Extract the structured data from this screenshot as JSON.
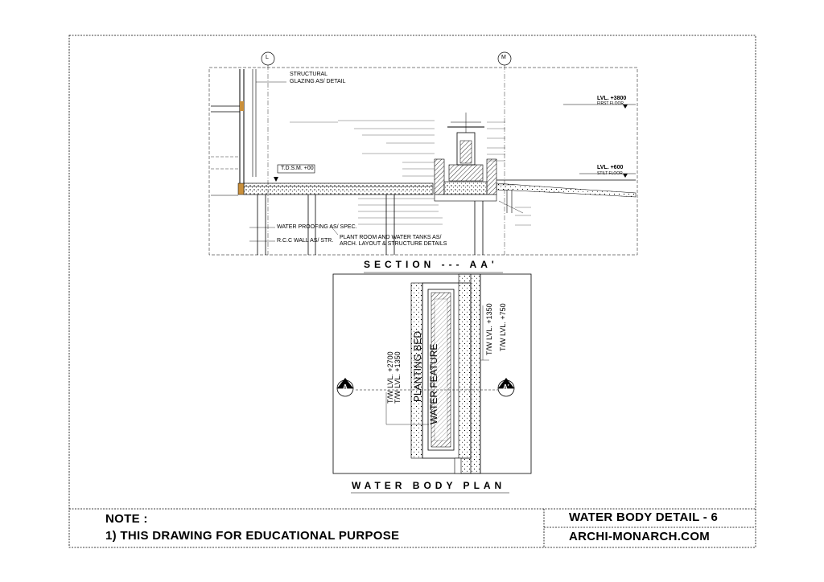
{
  "grid": {
    "left": "L",
    "right": "M"
  },
  "levels": {
    "first_floor": {
      "value": "LVL. +3800",
      "name": "FIRST FLOOR"
    },
    "stilt_floor": {
      "value": "LVL. +600",
      "name": "STILT FLOOR"
    },
    "tdsm": "T.D.S.M. +00"
  },
  "section_notes": {
    "structural_glazing": [
      "STRUCTURAL",
      "GLAZING AS/ DETAIL"
    ],
    "water_proofing": "WATER PROOFING AS/ SPEC.",
    "rcc_wall": "R.C.C WALL AS/ STR.",
    "plant_room": [
      "PLANT ROOM AND WATER TANKS AS/",
      "ARCH. LAYOUT & STRUCTURE DETAILS"
    ]
  },
  "section_title": "SECTION --- AA'",
  "plan": {
    "planting_bed": "PLANTING BED",
    "water_feature": "WATER FEATURE",
    "tw_left": [
      "T/W LVL. +2700",
      "T/W LVL. +1350"
    ],
    "tw_right": [
      "T/W LVL. +1350",
      "T/W LVL. +750"
    ],
    "marker_left": "A",
    "marker_right": "A'"
  },
  "plan_title": "WATER BODY PLAN",
  "title_block": {
    "note_heading": "NOTE :",
    "note_line": "1) THIS DRAWING FOR EDUCATIONAL PURPOSE",
    "drawing_title": "WATER BODY DETAIL - 6",
    "website": "ARCHI-MONARCH.COM"
  }
}
